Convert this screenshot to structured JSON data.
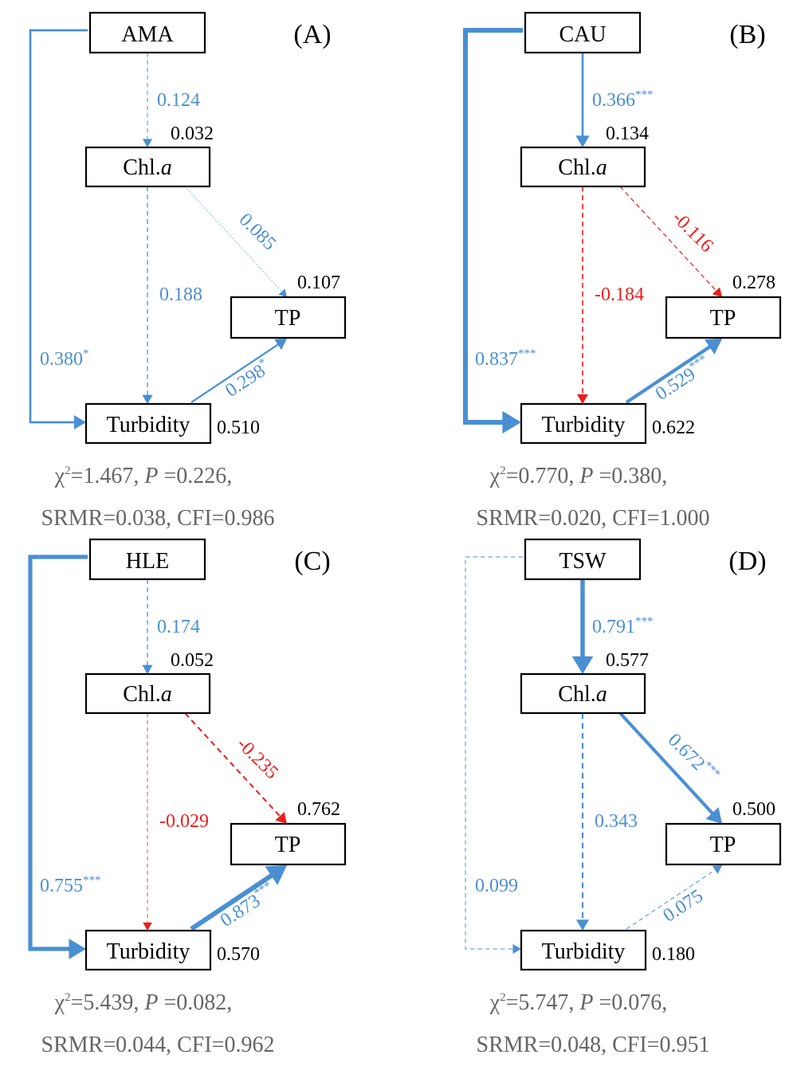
{
  "colors": {
    "positive": "#4a8fd4",
    "negative": "#ee1c1c",
    "box_stroke": "#000000",
    "fit_text": "#666666"
  },
  "panels": [
    {
      "letter": "(A)",
      "nodes": {
        "source": "AMA",
        "chl": "Chl.",
        "chl_italic": "a",
        "tp": "TP",
        "turb": "Turbidity"
      },
      "r2": {
        "chl": "0.032",
        "tp": "0.107",
        "turb": "0.510"
      },
      "paths": {
        "src_chl": {
          "coef": "0.124",
          "sig": "",
          "sign": "positive",
          "style": "dashed",
          "weight": 1
        },
        "chl_tp": {
          "coef": "0.085",
          "sig": "",
          "sign": "positive",
          "style": "dotted",
          "weight": 0.6
        },
        "chl_turb": {
          "coef": "0.188",
          "sig": "",
          "sign": "positive",
          "style": "dashed",
          "weight": 1.3
        },
        "src_turb": {
          "coef": "0.380",
          "sig": "*",
          "sign": "positive",
          "style": "solid",
          "weight": 2.7
        },
        "turb_tp": {
          "coef": "0.298",
          "sig": "*",
          "sign": "positive",
          "style": "solid",
          "weight": 2.2
        }
      },
      "fit": {
        "chi": "χ",
        "chi_sup": "2",
        "chi_val": "=1.467, ",
        "p": "P",
        "p_val": " =0.226,",
        "line2": "SRMR=0.038, CFI=0.986"
      }
    },
    {
      "letter": "(B)",
      "nodes": {
        "source": "CAU",
        "chl": "Chl.",
        "chl_italic": "a",
        "tp": "TP",
        "turb": "Turbidity"
      },
      "r2": {
        "chl": "0.134",
        "tp": "0.278",
        "turb": "0.622"
      },
      "paths": {
        "src_chl": {
          "coef": "0.366",
          "sig": "***",
          "sign": "positive",
          "style": "solid",
          "weight": 2.6
        },
        "chl_tp": {
          "coef": "-0.116",
          "sig": "",
          "sign": "negative",
          "style": "dashed",
          "weight": 1.2
        },
        "chl_turb": {
          "coef": "-0.184",
          "sig": "",
          "sign": "negative",
          "style": "dashed",
          "weight": 1.6
        },
        "src_turb": {
          "coef": "0.837",
          "sig": "***",
          "sign": "positive",
          "style": "solid",
          "weight": 6
        },
        "turb_tp": {
          "coef": "0.529",
          "sig": "***",
          "sign": "positive",
          "style": "solid",
          "weight": 4.2
        }
      },
      "fit": {
        "chi": "χ",
        "chi_sup": "2",
        "chi_val": "=0.770, ",
        "p": "P",
        "p_val": " =0.380,",
        "line2": "SRMR=0.020, CFI=1.000"
      }
    },
    {
      "letter": "(C)",
      "nodes": {
        "source": "HLE",
        "chl": "Chl.",
        "chl_italic": "a",
        "tp": "TP",
        "turb": "Turbidity"
      },
      "r2": {
        "chl": "0.052",
        "tp": "0.762",
        "turb": "0.570"
      },
      "paths": {
        "src_chl": {
          "coef": "0.174",
          "sig": "",
          "sign": "positive",
          "style": "dashed",
          "weight": 1.3
        },
        "chl_tp": {
          "coef": "-0.235",
          "sig": "",
          "sign": "negative",
          "style": "dashed",
          "weight": 2
        },
        "chl_turb": {
          "coef": "-0.029",
          "sig": "",
          "sign": "negative",
          "style": "dashed",
          "weight": 0.8
        },
        "src_turb": {
          "coef": "0.755",
          "sig": "***",
          "sign": "positive",
          "style": "solid",
          "weight": 5.2
        },
        "turb_tp": {
          "coef": "0.873",
          "sig": "***",
          "sign": "positive",
          "style": "solid",
          "weight": 6
        }
      },
      "fit": {
        "chi": "χ",
        "chi_sup": "2",
        "chi_val": "=5.439, ",
        "p": "P",
        "p_val": " =0.082,",
        "line2": "SRMR=0.044, CFI=0.962"
      }
    },
    {
      "letter": "(D)",
      "nodes": {
        "source": "TSW",
        "chl": "Chl.",
        "chl_italic": "a",
        "tp": "TP",
        "turb": "Turbidity"
      },
      "r2": {
        "chl": "0.577",
        "tp": "0.500",
        "turb": "0.180"
      },
      "paths": {
        "src_chl": {
          "coef": "0.791",
          "sig": "***",
          "sign": "positive",
          "style": "solid",
          "weight": 5.5
        },
        "chl_tp": {
          "coef": "0.672",
          "sig": "***",
          "sign": "positive",
          "style": "solid",
          "weight": 4
        },
        "chl_turb": {
          "coef": "0.343",
          "sig": "",
          "sign": "positive",
          "style": "dashed",
          "weight": 2.2
        },
        "src_turb": {
          "coef": "0.099",
          "sig": "",
          "sign": "positive",
          "style": "dashed",
          "weight": 1
        },
        "turb_tp": {
          "coef": "0.075",
          "sig": "",
          "sign": "positive",
          "style": "dashed",
          "weight": 1
        }
      },
      "fit": {
        "chi": "χ",
        "chi_sup": "2",
        "chi_val": "=5.747, ",
        "p": "P",
        "p_val": " =0.076,",
        "line2": "SRMR=0.048, CFI=0.951"
      }
    }
  ]
}
